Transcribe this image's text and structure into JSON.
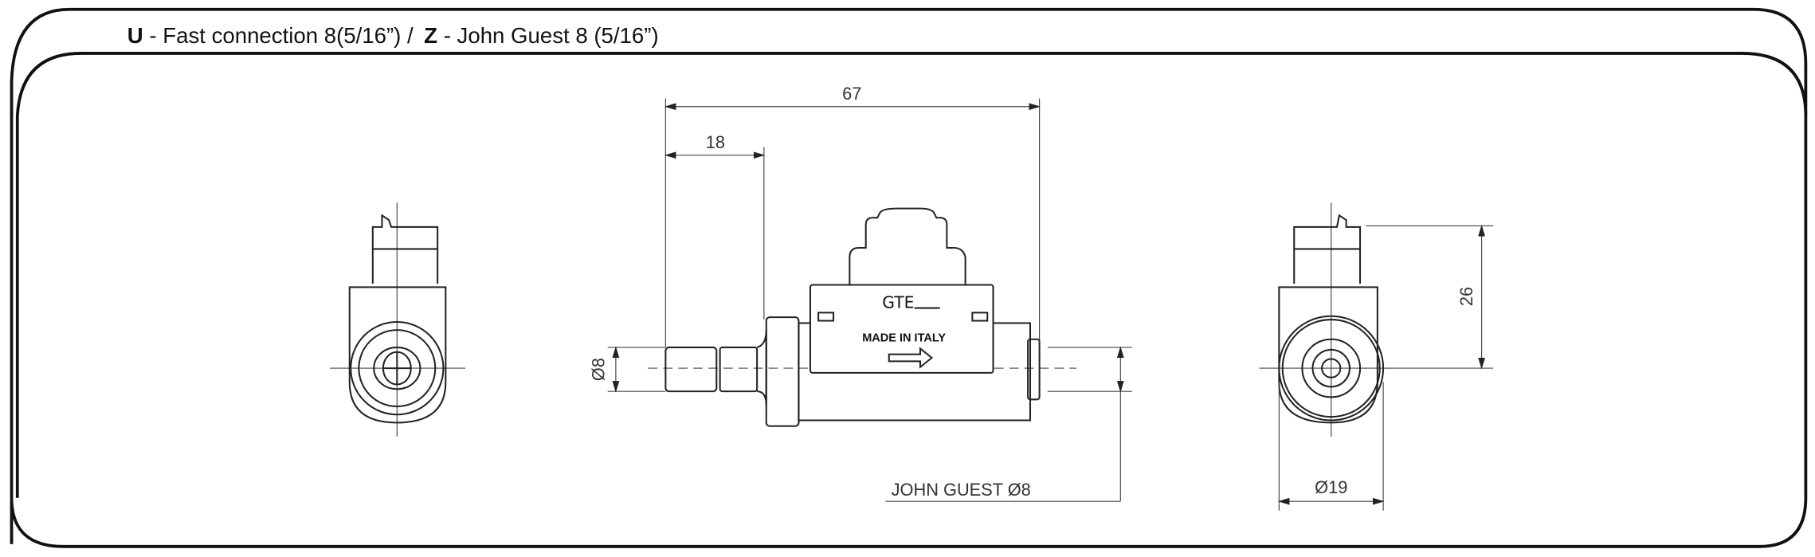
{
  "title": {
    "code_u": "U",
    "text_u": "- Fast connection 8(5/16”) /",
    "code_z": "Z",
    "text_z": "- John Guest 8 (5/16”)"
  },
  "drawing": {
    "dim_total_length": "67",
    "dim_inlet_length": "18",
    "dim_inlet_diameter": "Ø8",
    "dim_outlet_label": "JOHN GUEST Ø8",
    "dim_body_diameter": "Ø19",
    "dim_height": "26",
    "logo": "GTE",
    "marking": "MADE IN ITALY"
  }
}
